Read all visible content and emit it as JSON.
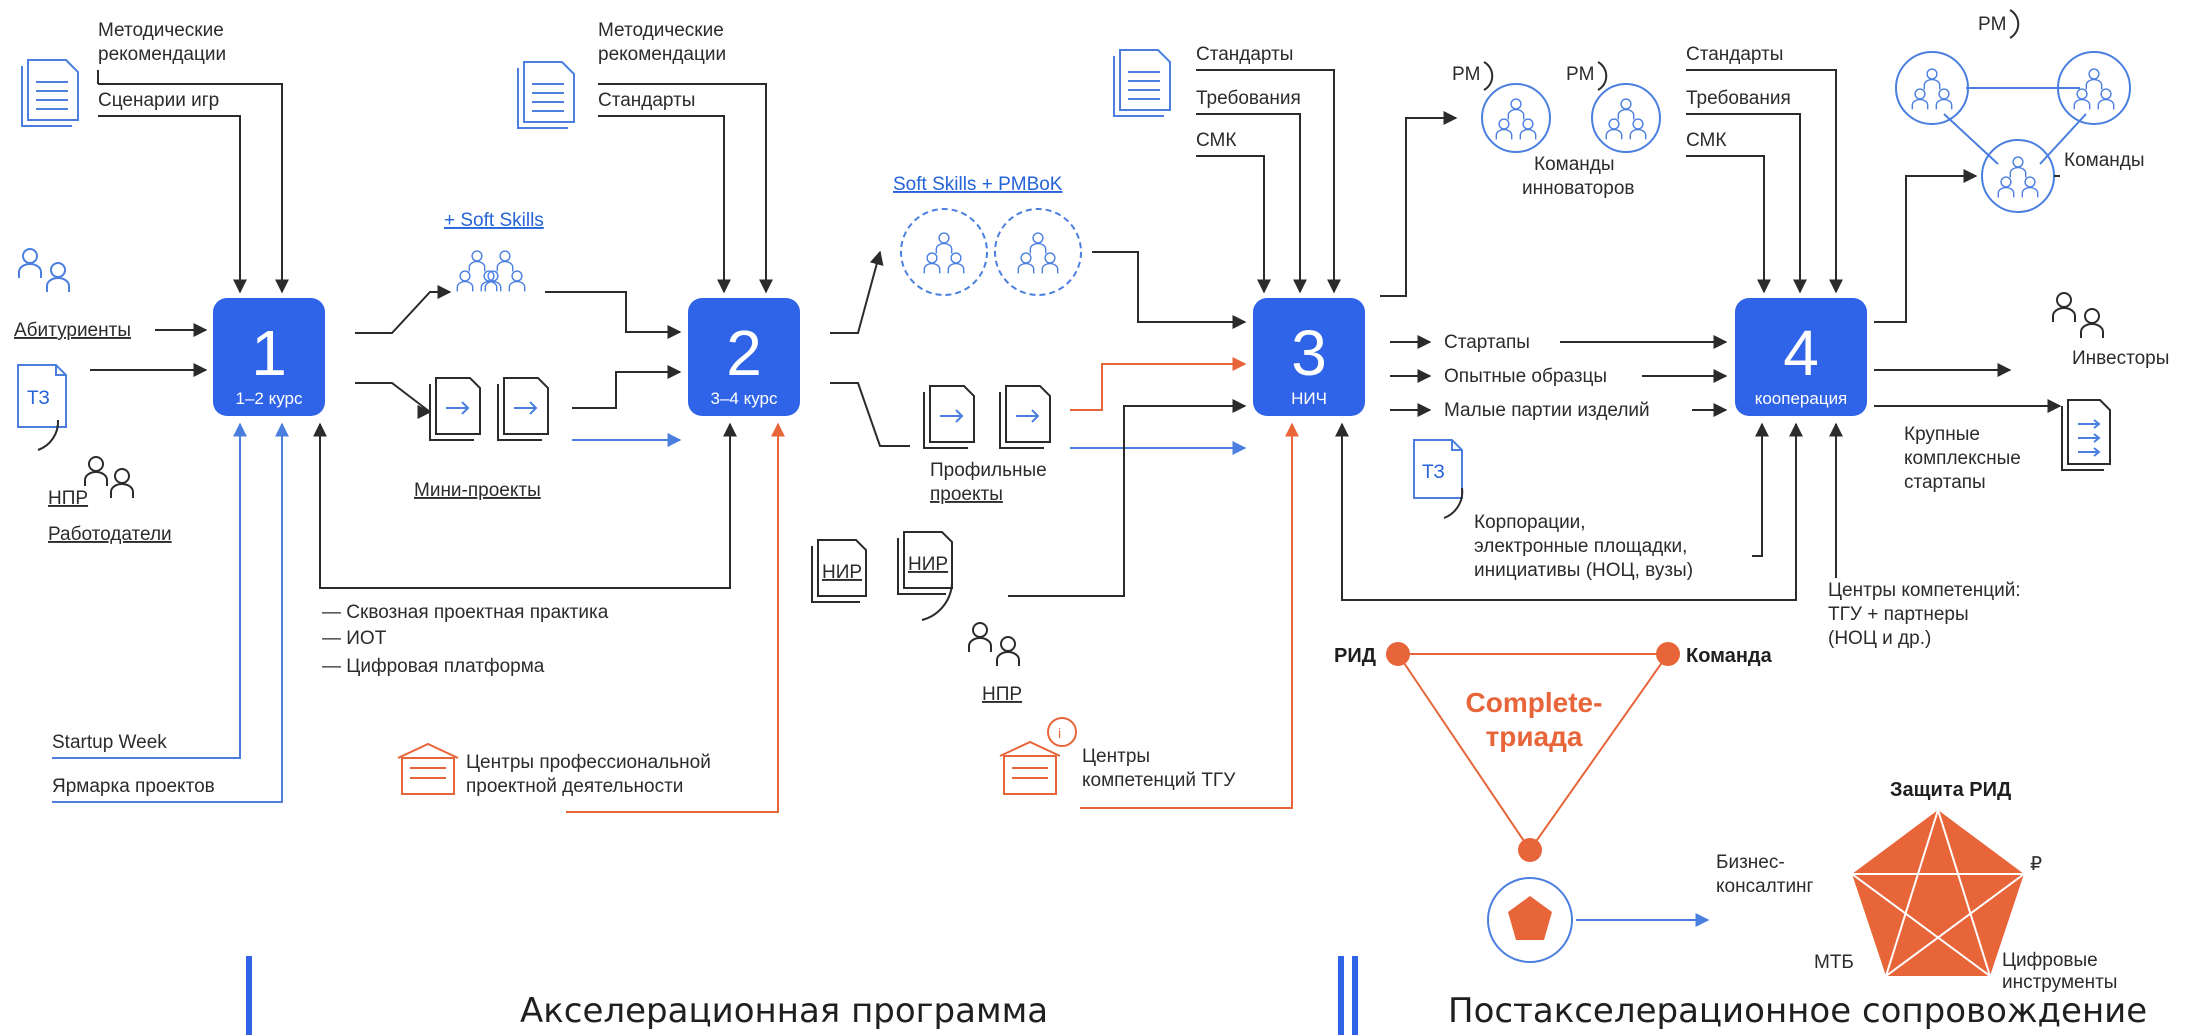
{
  "colors": {
    "blue": "#2f63e8",
    "orange": "#e8653a",
    "line": "#2b2b2b",
    "link": "#2563d8"
  },
  "stages": [
    {
      "num": "1",
      "label": "1–2 курс"
    },
    {
      "num": "2",
      "label": "3–4 курс"
    },
    {
      "num": "3",
      "label": "НИЧ"
    },
    {
      "num": "4",
      "label": "кооперация"
    }
  ],
  "stage1": {
    "inputs_top": [
      "Методические",
      "рекомендации",
      "Сценарии игр"
    ],
    "applicants": "Абитуриенты",
    "tz": "ТЗ",
    "npr": "НПР",
    "employers": "Работодатели",
    "startup_week": "Startup Week",
    "fair": "Ярмарка проектов"
  },
  "stage2": {
    "inputs_top": [
      "Методические",
      "рекомендации",
      "Стандарты"
    ],
    "soft_skills": "+ Soft Skills",
    "mini_projects": "Мини-проекты",
    "practice": [
      "— Сквозная проектная практика",
      "— ИОТ",
      "— Цифровая платформа"
    ],
    "centers_prof": [
      "Центры профессиональной",
      "проектной деятельности"
    ]
  },
  "stage3": {
    "inputs_top": [
      "Стандарты",
      "Требования",
      "СМК"
    ],
    "soft_pmbok": "Soft Skills + PMBoK",
    "profile_projects": [
      "Профильные",
      "проекты"
    ],
    "nir": "НИР",
    "npr": "НПР",
    "centers_tgu": [
      "Центры",
      "компетенций ТГУ"
    ],
    "outputs": [
      "Стартапы",
      "Опытные образцы",
      "Малые партии изделий"
    ],
    "pm": "PM",
    "innovators": [
      "Команды",
      "инноваторов"
    ],
    "tz": "ТЗ",
    "corporations": [
      "Корпорации,",
      "электронные площадки,",
      "инициативы (НОЦ, вузы)"
    ]
  },
  "stage4": {
    "inputs_top": [
      "Стандарты",
      "Требования",
      "СМК"
    ],
    "pm": "PM",
    "teams": "Команды",
    "investors": "Инвесторы",
    "large_startups": [
      "Крупные",
      "комплексные",
      "стартапы"
    ],
    "centers": [
      "Центры компетенций:",
      "ТГУ + партнеры",
      "(НОЦ и др.)"
    ]
  },
  "triad": {
    "rid": "РИД",
    "team": "Команда",
    "title1": "Complete-",
    "title2": "триада"
  },
  "pentagon": {
    "top": "Защита РИД",
    "left": [
      "Бизнес-",
      "консалтинг"
    ],
    "right": "₽",
    "bottom_left": "МТБ",
    "bottom_right": [
      "Цифровые",
      "инструменты"
    ]
  },
  "footer": {
    "left_roman": "I",
    "left_title": "Акселерационная программа",
    "right_roman": "II",
    "right_title": "Постакселерационное сопровождение"
  }
}
